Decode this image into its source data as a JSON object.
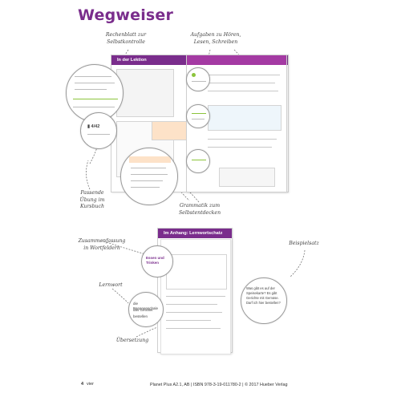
{
  "page_title": "Wegweiser",
  "annotations": {
    "rechenblatt": "Rechenblatt zur Selbstkontrolle",
    "aufgaben": "Aufgaben zu Hören, Lesen, Schreiben",
    "passende": "Passende Übung im Kursbuch",
    "grammatik": "Grammatik zum Selbstentdecken",
    "zusammenfassung": "Zusammenfassung in Wortfeldern",
    "lernwort": "Lernwort",
    "beispielsatz": "Beispielsatz",
    "uebersetzung": "Übersetzung"
  },
  "section_bands": {
    "lektion": "In der Lektion",
    "anhang": "Im Anhang: Lernwortschatz"
  },
  "sample_texts": {
    "essen_trinken": "Essen und Trinken",
    "lernwort_line1": "die Bananenschale",
    "lernwort_line2": "das Getränk",
    "lernwort_line3": "bestellen",
    "beispiel_text": "Was gibt es auf der Speisekarte? Es gibt Gerichte mit Gemüse. Darf ich hier bestellen?"
  },
  "footer": {
    "page_number": "4",
    "page_word": "vier",
    "publication": "Planet Plus A2.1, AB | ISBN 978-3-19-011780-2 | © 2017 Hueber Verlag"
  }
}
